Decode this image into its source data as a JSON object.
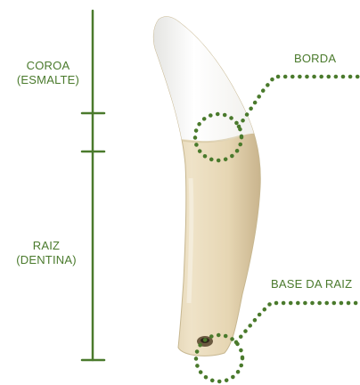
{
  "labels": {
    "crown_line1": "COROA",
    "crown_line2": "(ESMALTE)",
    "root_line1": "RAIZ",
    "root_line2": "(DENTINA)",
    "edge": "BORDA",
    "root_base": "BASE DA RAIZ"
  },
  "colors": {
    "accent_green": "#4a7a2c",
    "tooth_enamel": "#f4f3ef",
    "tooth_dentin": "#e6d6b3"
  }
}
